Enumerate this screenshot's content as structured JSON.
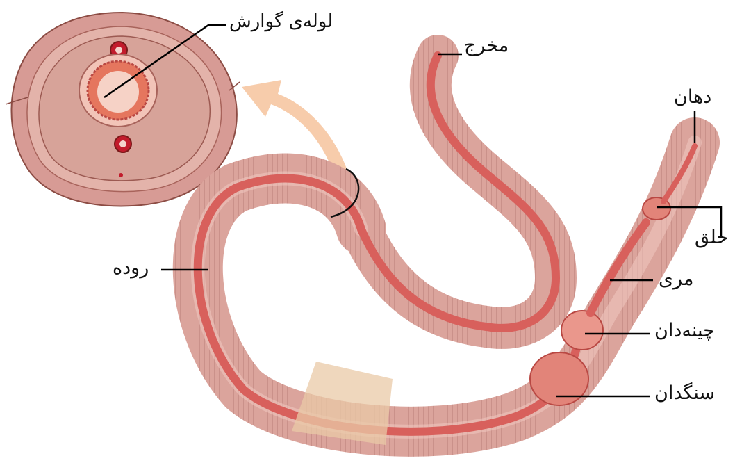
{
  "labels": {
    "digestive_tube": "لولەی گوارش",
    "anus": "مخرج",
    "mouth": "دهان",
    "pharynx": "حلق",
    "esophagus": "مری",
    "crop": "چینەدان",
    "gizzard": "سنگدان",
    "intestine": "روده"
  },
  "colors": {
    "body": "#dba49c",
    "body_light": "#f0c9c1",
    "tube": "#d8605c",
    "tube_dark": "#b94843",
    "section_tissue": "#d9a598",
    "section_outline": "#8c4c44",
    "arrow": "#f6c6a2",
    "vessel": "#c21c2c",
    "clitellum": "#e9c9a7",
    "label_line": "#000000"
  }
}
